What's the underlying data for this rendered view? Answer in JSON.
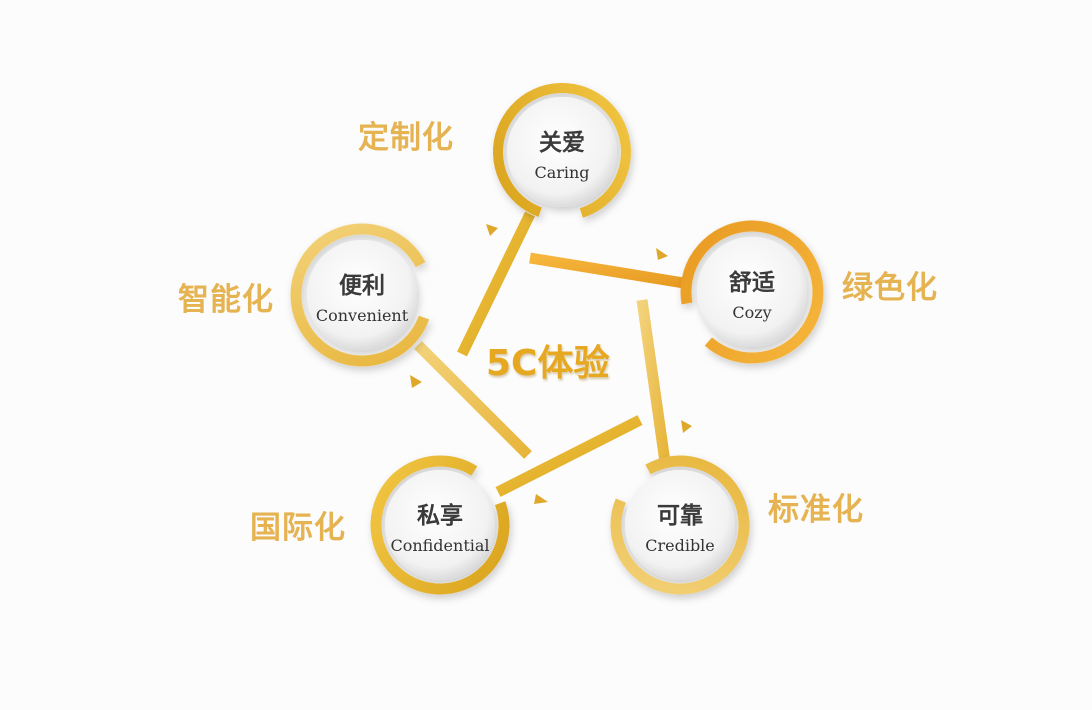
{
  "title": "5C体验",
  "colors": {
    "gold": "#e9b52a",
    "orange": "#f0a830",
    "label": "#e6b352"
  },
  "nodes": [
    {
      "cn": "关爱",
      "en": "Caring",
      "side": "定制化"
    },
    {
      "cn": "舒适",
      "en": "Cozy",
      "side": "绿色化"
    },
    {
      "cn": "便利",
      "en": "Convenient",
      "side": "智能化"
    },
    {
      "cn": "私享",
      "en": "Confidential",
      "side": "国际化"
    },
    {
      "cn": "可靠",
      "en": "Credible",
      "side": "标准化"
    }
  ]
}
